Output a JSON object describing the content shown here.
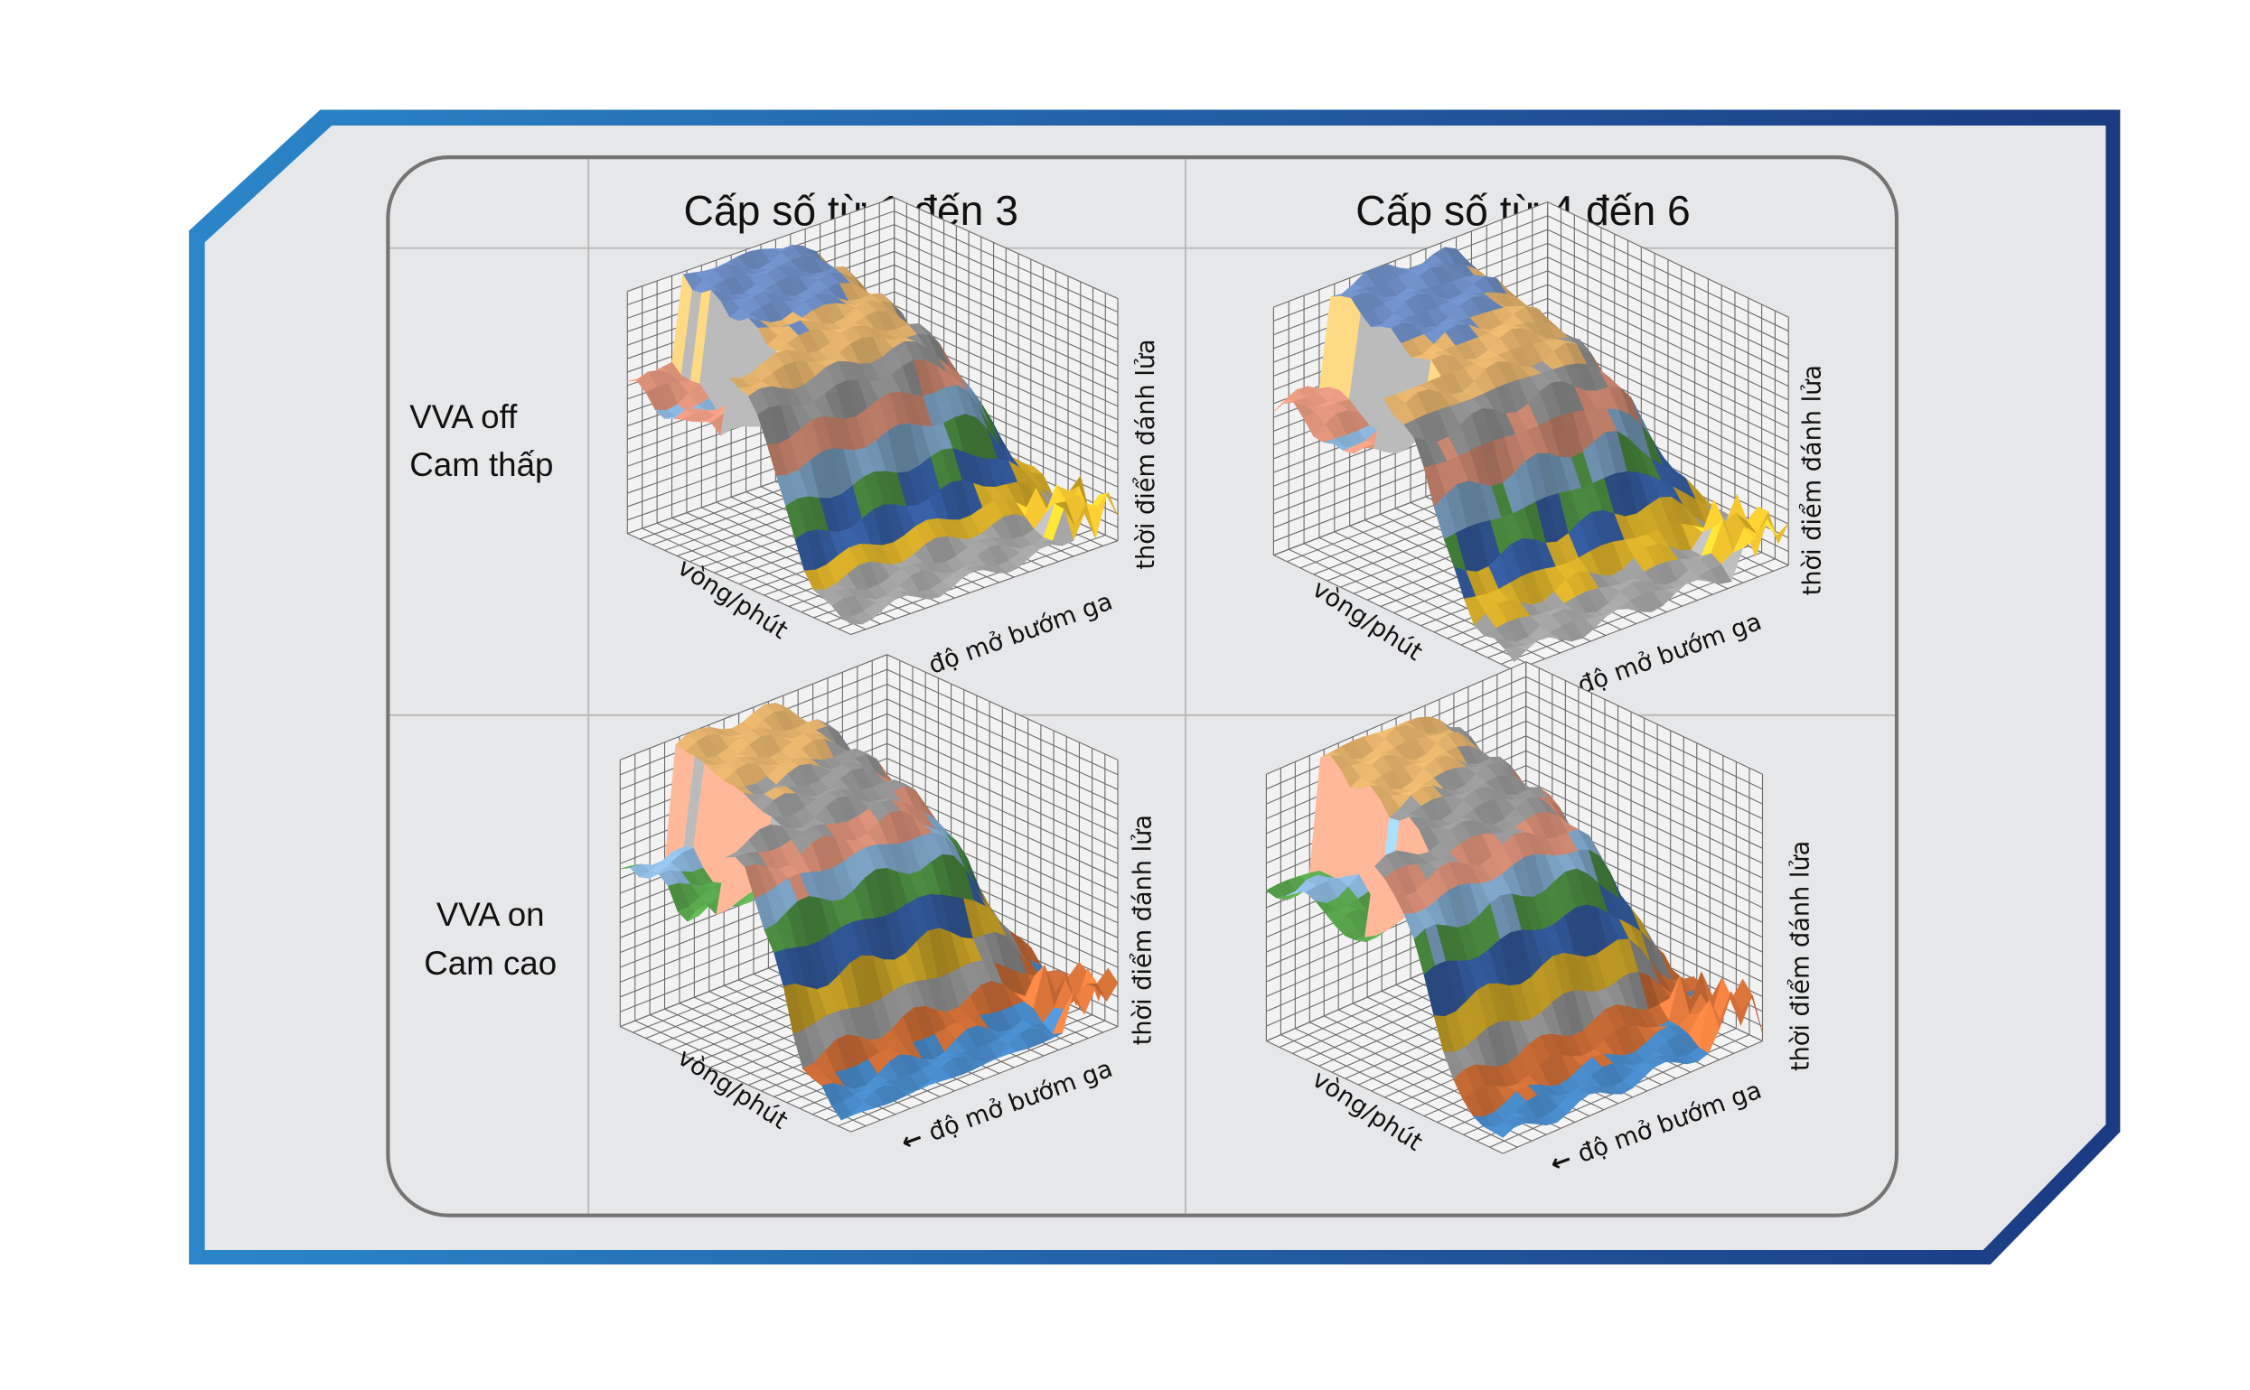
{
  "columns": {
    "col1": "Cấp số từ 1 đến 3",
    "col2": "Cấp số từ 4 đến 6"
  },
  "rows": {
    "row1": {
      "line1": "VVA off",
      "line2": "Cam thấp"
    },
    "row2": {
      "line1": "VVA on",
      "line2": "Cam cao"
    }
  },
  "axes": {
    "rpm": "vòng/phút",
    "throttle": "độ mở bướm ga",
    "throttle_arrow": "←",
    "ignition": "thời điểm đánh lửa"
  },
  "colors": {
    "frame_light": "#2a86c8",
    "frame_dark": "#1b3a82",
    "panel": "#e6e7e9",
    "palette_row1": [
      "#a6a6a6",
      "#f0c22e",
      "#3f6fc0",
      "#5aa84e",
      "#8fbbe2",
      "#e89a80",
      "#9c9c9c",
      "#e8b66e",
      "#7090c8"
    ],
    "palette_row2": [
      "#4a8ccc",
      "#d9743a",
      "#a5a5a5",
      "#f0c22e",
      "#3f6fc0",
      "#5aa84e",
      "#8fbbe2",
      "#e89a80",
      "#9c9c9c",
      "#e8b66e"
    ]
  }
}
